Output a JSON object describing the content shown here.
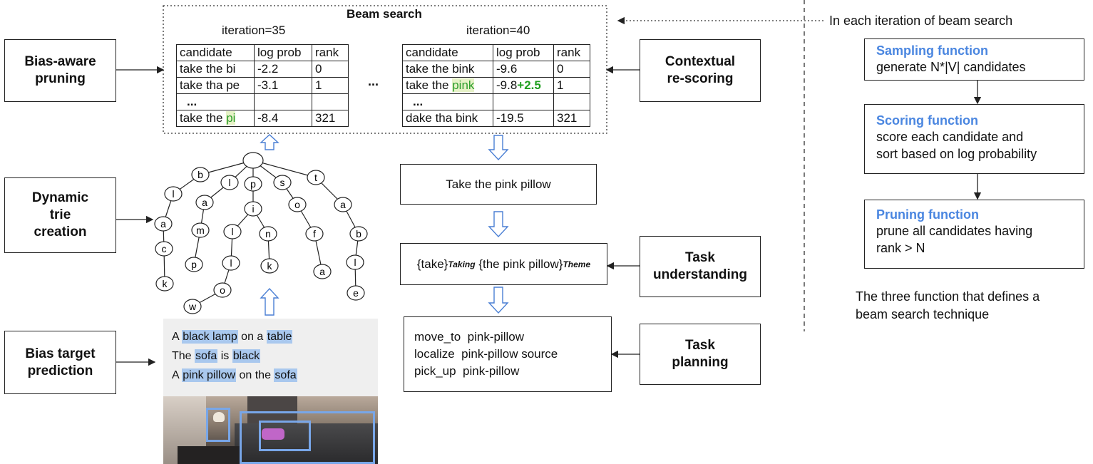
{
  "left_labels": {
    "bias_aware_pruning": [
      "Bias-aware",
      "pruning"
    ],
    "dynamic_trie": [
      "Dynamic",
      "trie",
      "creation"
    ],
    "bias_target": [
      "Bias target",
      "prediction"
    ]
  },
  "right_labels": {
    "contextual": [
      "Contextual",
      "re-scoring"
    ],
    "task_understanding": [
      "Task",
      "understanding"
    ],
    "task_planning": [
      "Task",
      "planning"
    ]
  },
  "beam": {
    "title": "Beam search",
    "iter_left": "iteration=35",
    "iter_right": "iteration=40",
    "ellipsis": "...",
    "headers": [
      "candidate",
      "log prob",
      "rank"
    ],
    "table_left": [
      {
        "c1": "take the bi",
        "c2": "-2.2",
        "c3": "0"
      },
      {
        "c1": "take tha pe",
        "c2": "-3.1",
        "c3": "1"
      },
      {
        "c1": "...",
        "c2": "",
        "c3": ""
      },
      {
        "c1_pre": "take the ",
        "c1_hl": "pi",
        "c2": "-8.4",
        "c3": "321"
      }
    ],
    "table_right": [
      {
        "c1": "take the bink",
        "c2": "-9.6",
        "c3": "0"
      },
      {
        "c1_pre": "take the ",
        "c1_hl": "pink",
        "c2_pre": "-9.8",
        "c2_plus": "+2.5",
        "c3": "1"
      },
      {
        "c1": "...",
        "c2": "",
        "c3": ""
      },
      {
        "c1": "dake tha bink",
        "c2": "-19.5",
        "c3": "321"
      }
    ]
  },
  "pipeline": {
    "recognized": "Take the pink pillow",
    "frame": {
      "take": "{take}",
      "take_sub": "Taking",
      "theme": "{the pink pillow}",
      "theme_sub": "Theme"
    },
    "plan": [
      "move_to  pink-pillow",
      "localize  pink-pillow source",
      "pick_up  pink-pillow"
    ]
  },
  "scene": {
    "lines": [
      [
        {
          "t": "A "
        },
        {
          "t": "black lamp",
          "h": true
        },
        {
          "t": " on a "
        },
        {
          "t": "table",
          "h": true
        }
      ],
      [
        {
          "t": "The "
        },
        {
          "t": "sofa",
          "h": true
        },
        {
          "t": " is "
        },
        {
          "t": "black",
          "h": true
        }
      ],
      [
        {
          "t": "A "
        },
        {
          "t": "pink pillow",
          "h": true
        },
        {
          "t": " on the "
        },
        {
          "t": "sofa",
          "h": true
        }
      ]
    ]
  },
  "trie_letters": [
    "b",
    "l",
    "p",
    "s",
    "t",
    "l",
    "a",
    "i",
    "o",
    "a",
    "a",
    "m",
    "l",
    "n",
    "f",
    "b",
    "c",
    "p",
    "l",
    "k",
    "a",
    "l",
    "k",
    "o",
    "e",
    "w"
  ],
  "side": {
    "heading": "In each iteration of beam search",
    "steps": [
      {
        "title": "Sampling function",
        "body": [
          "generate N*|V| candidates"
        ]
      },
      {
        "title": "Scoring function",
        "body": [
          "score each candidate and",
          "sort based on log probability"
        ]
      },
      {
        "title": "Pruning function",
        "body": [
          "prune all candidates having",
          "rank > N"
        ]
      }
    ],
    "caption": [
      "The three function that defines a",
      "beam search technique"
    ]
  },
  "colors": {
    "highlight_blue": "#a9c8ee",
    "accent_blue": "#4a86e0",
    "green": "#2e9e2e",
    "arrow_blue": "#4a7fd4"
  }
}
